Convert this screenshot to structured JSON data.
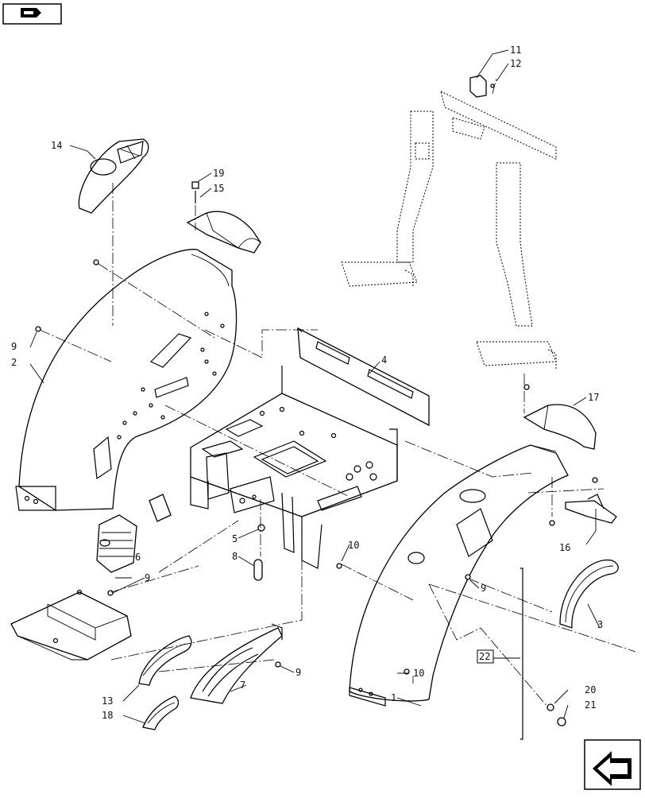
{
  "labels": {
    "l1": "1",
    "l2": "2",
    "l3": "3",
    "l4": "4",
    "l5": "5",
    "l6": "6",
    "l7": "7",
    "l8": "8",
    "l9a": "9",
    "l9b": "9",
    "l9c": "9",
    "l9d": "9",
    "l10a": "10",
    "l10b": "10",
    "l11": "11",
    "l12": "12",
    "l13": "13",
    "l14": "14",
    "l15": "15",
    "l16": "16",
    "l17": "17",
    "l18": "18",
    "l19": "19",
    "l20": "20",
    "l21": "21",
    "l22": "22"
  },
  "icons": {
    "top_left": "book-arrow-icon",
    "bottom_right": "next-arrow-icon"
  }
}
